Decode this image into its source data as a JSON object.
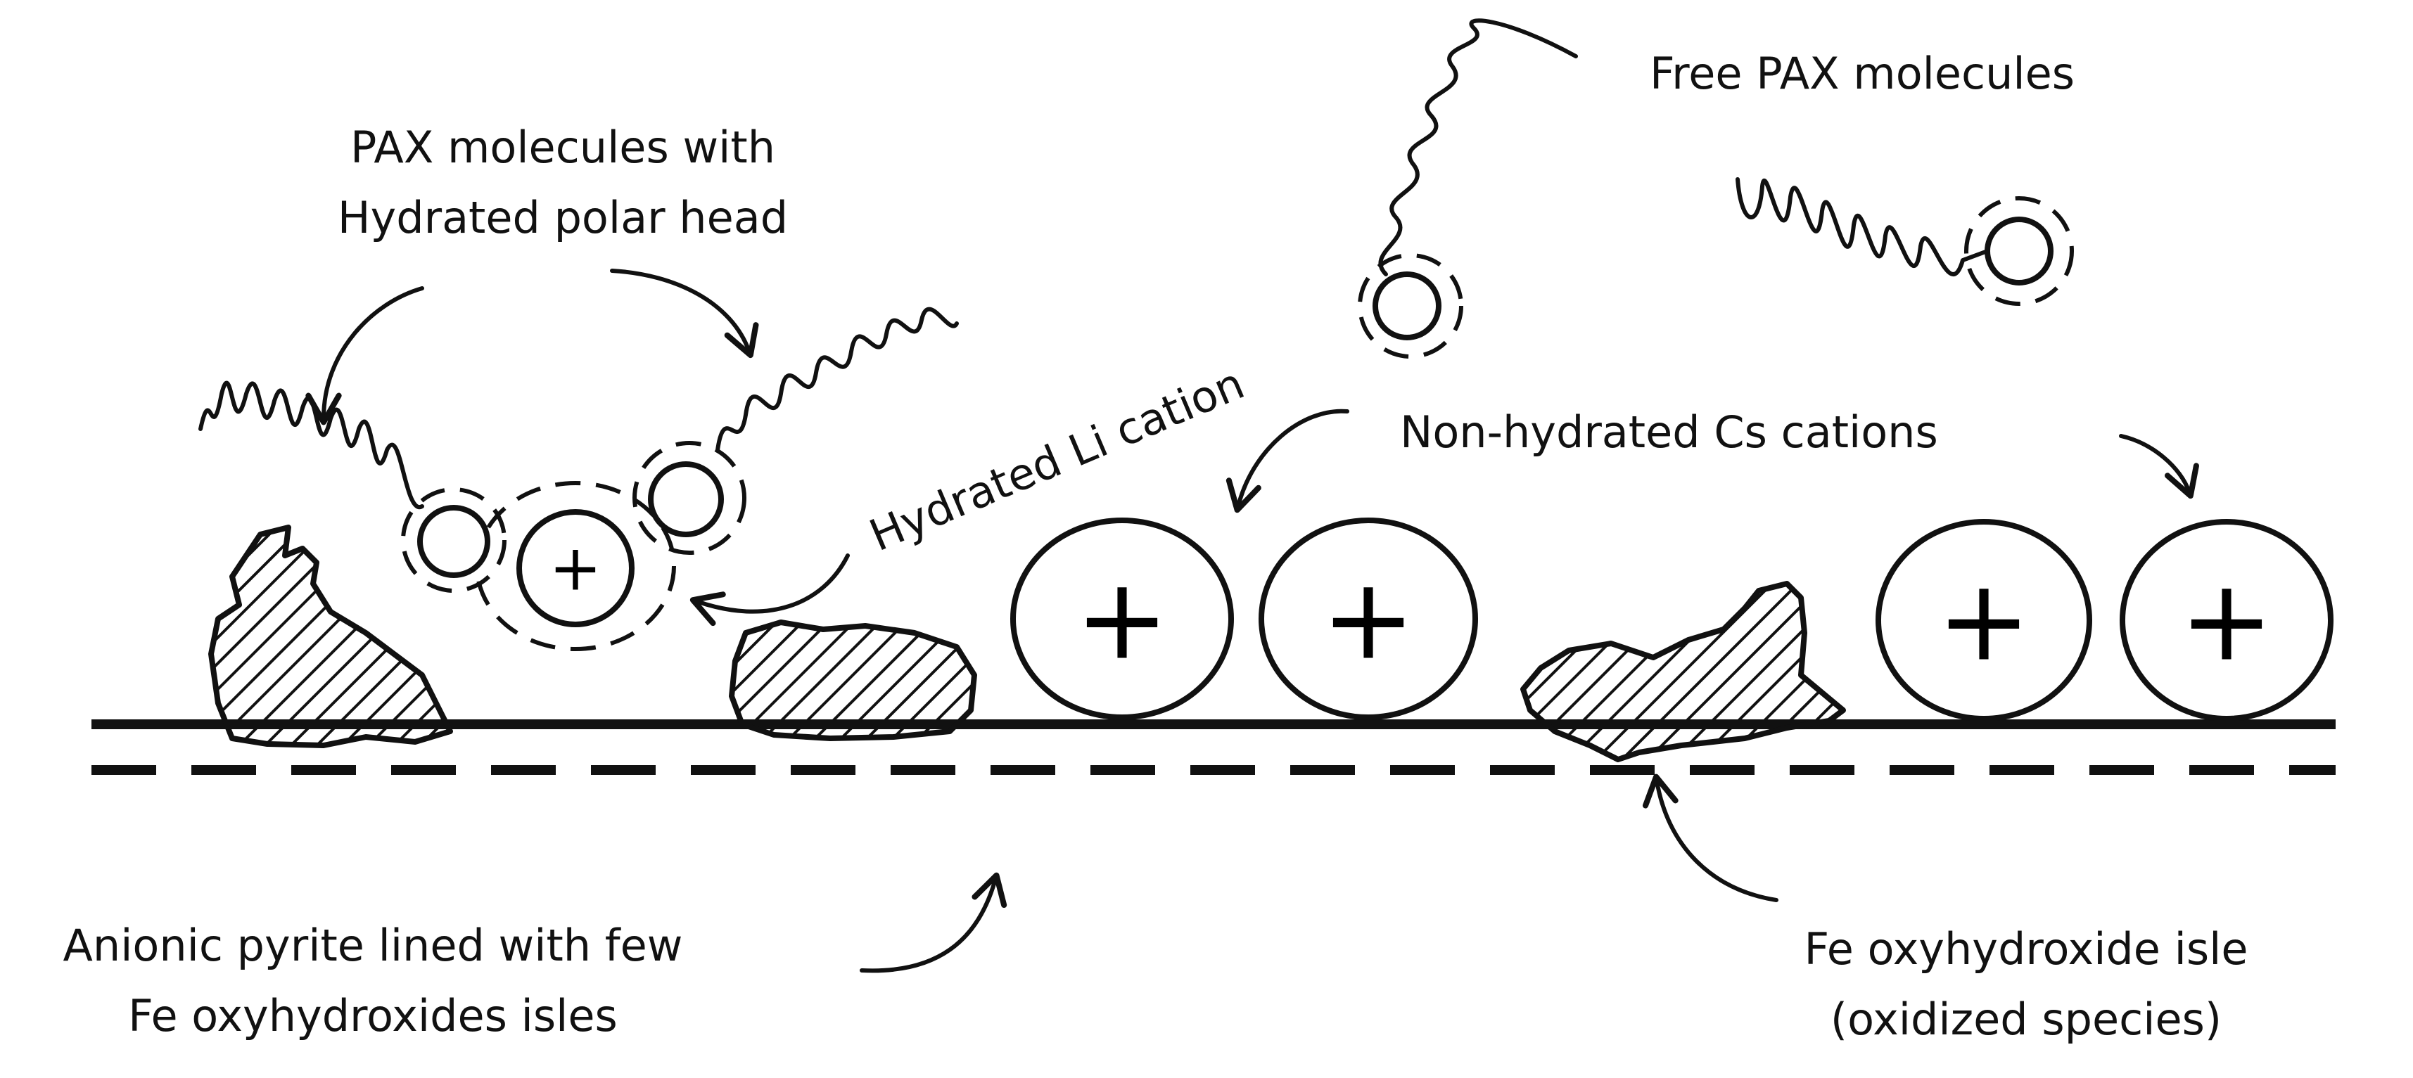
{
  "labels": {
    "free_pax": "Free PAX molecules",
    "pax_hydrated_line1": "PAX molecules with",
    "pax_hydrated_line2": "Hydrated polar head",
    "hydrated_li": "Hydrated Li cation",
    "non_hydrated_cs": "Non-hydrated Cs cations",
    "anionic_line1": "Anionic pyrite lined with few",
    "anionic_line2": "Fe oxyhydroxides isles",
    "fe_isle_line1": "Fe oxyhydroxide isle",
    "fe_isle_line2": "(oxidized species)"
  },
  "cation_symbol": "+"
}
